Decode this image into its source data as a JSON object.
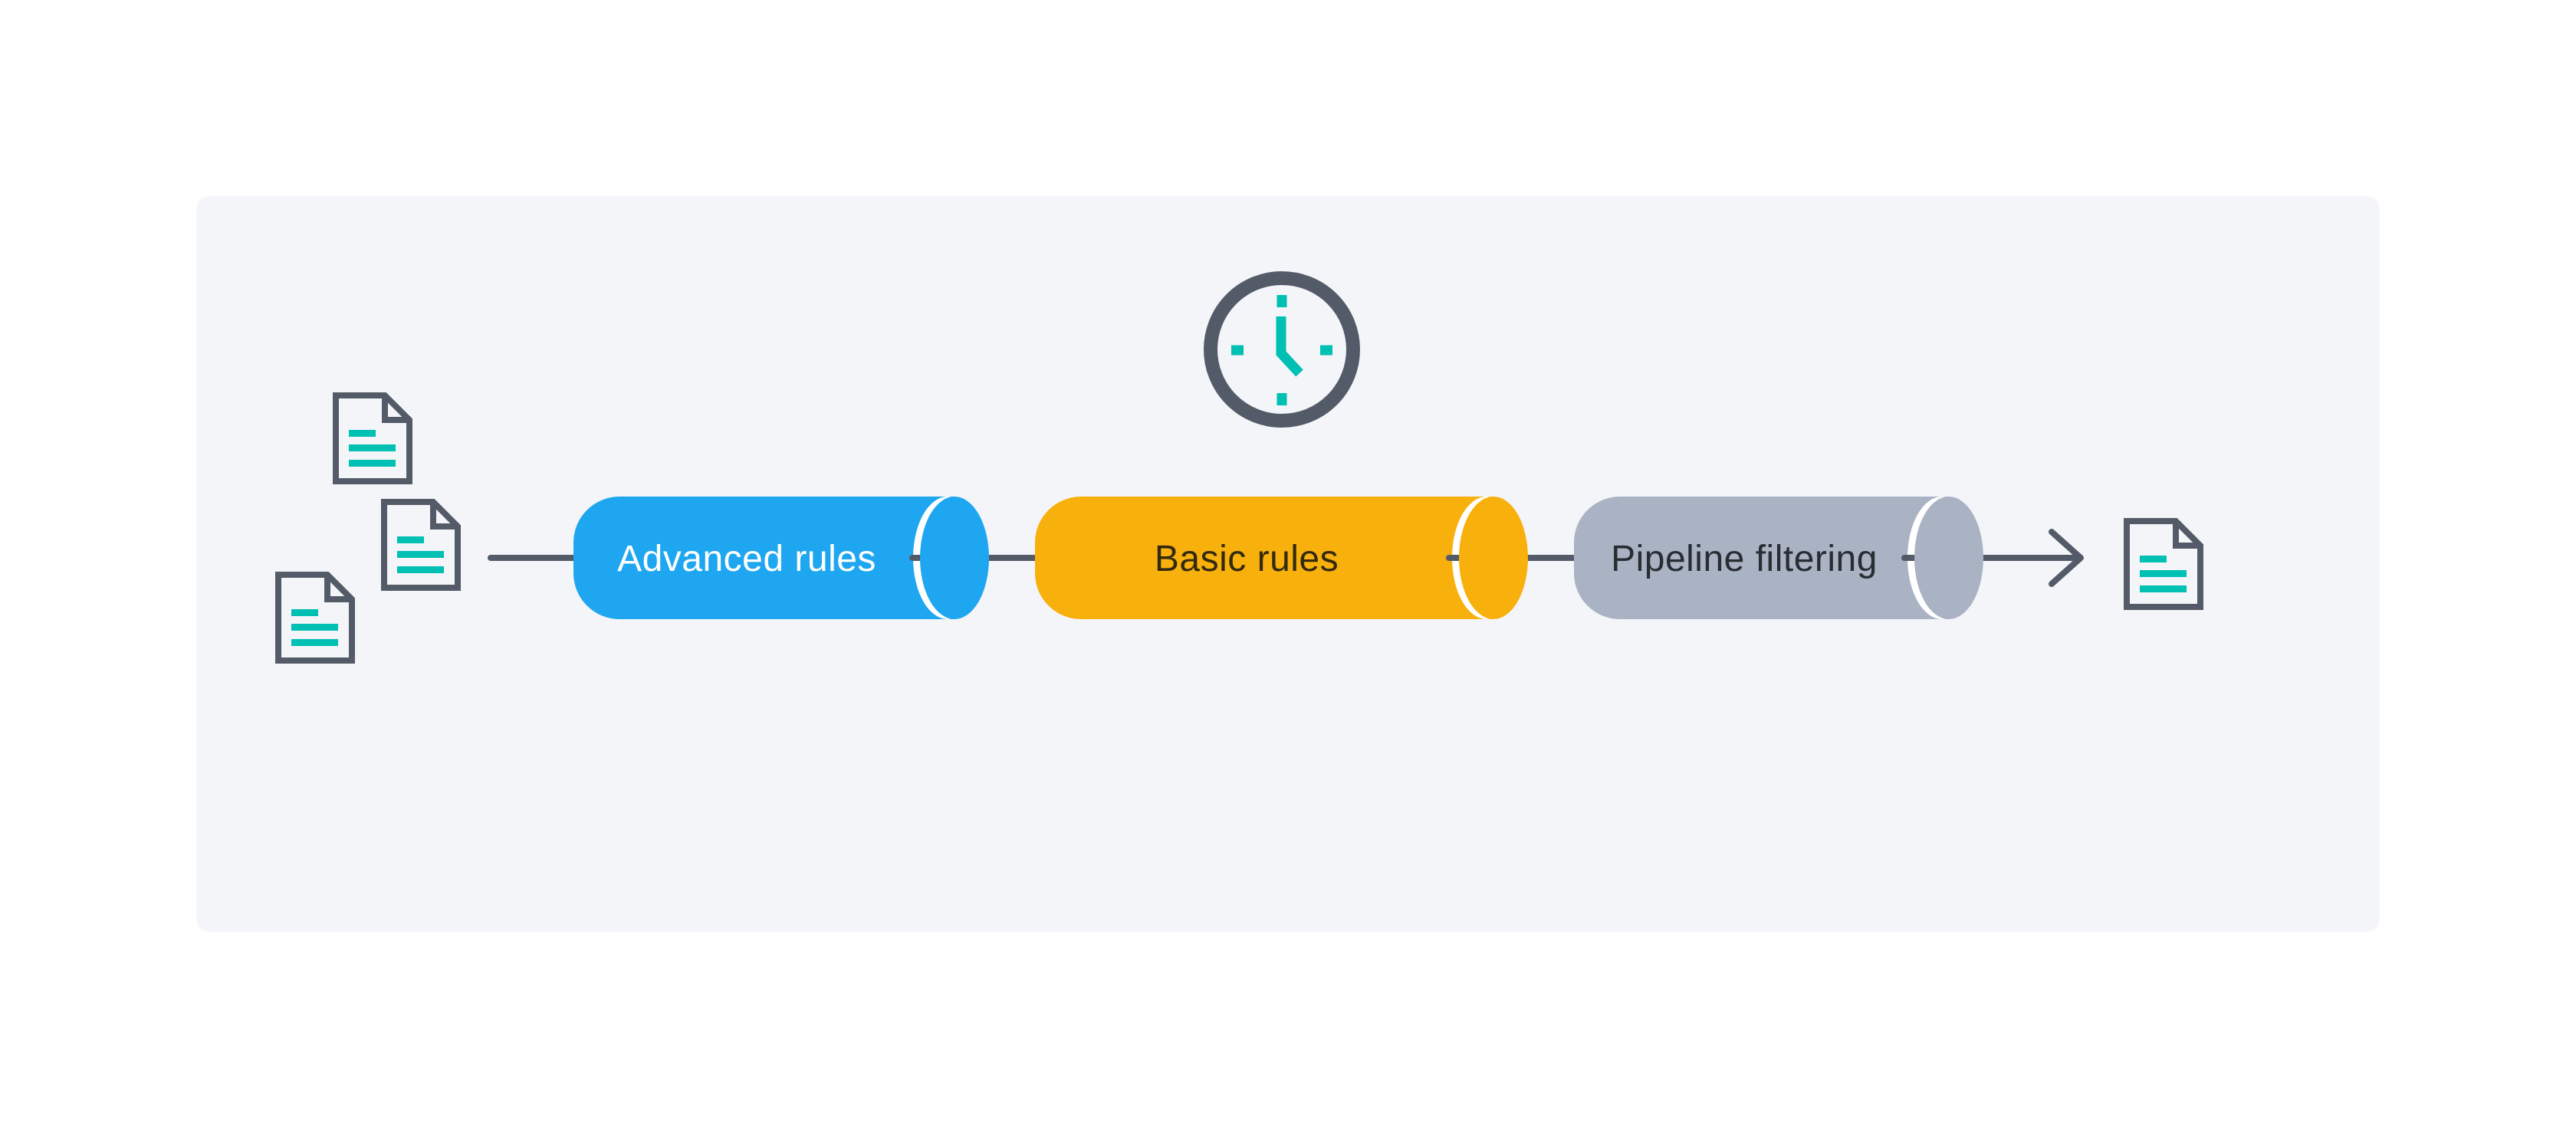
{
  "page": {
    "background": "#FFFFFF",
    "panel_background": "#F4F5F9"
  },
  "diagram": {
    "type": "pipeline-flow",
    "stages": [
      {
        "label": "Advanced rules",
        "fill": "#1EA7F0",
        "text_color": "#FFFFFF"
      },
      {
        "label": "Basic rules",
        "fill": "#F8B00D",
        "text_color": "#33290D"
      },
      {
        "label": "Pipeline filtering",
        "fill": "#AAB3C3",
        "text_color": "#282C33"
      }
    ],
    "connector_color": "#545B68",
    "gap_color": "#FFFFFF",
    "icons": {
      "input_documents": {
        "name": "document-icon",
        "count": 3,
        "outline": "#545B68",
        "accent": "#00BFB3"
      },
      "output_document": {
        "name": "document-icon",
        "count": 1,
        "outline": "#545B68",
        "accent": "#00BFB3"
      },
      "clock": {
        "name": "clock-icon",
        "outline": "#545B68",
        "accent": "#00BFB3"
      }
    }
  }
}
